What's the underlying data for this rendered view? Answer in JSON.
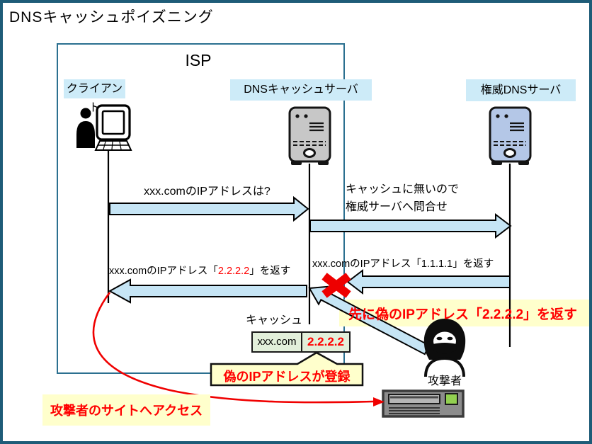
{
  "title": "DNSキャッシュポイズニング",
  "isp_label": "ISP",
  "actors": {
    "client": "クライアント",
    "cache_server": "DNSキャッシュサーバ",
    "auth_server": "権威DNSサーバ"
  },
  "messages": {
    "query": "xxx.comのIPアドレスは?",
    "forward_line1": "キャッシュに無いので",
    "forward_line2": "権威サーバへ問合せ",
    "auth_reply": "xxx.comのIPアドレス「1.1.1.1」を返す",
    "fake_reply_prefix": "xxx.comのIPアドレス「",
    "fake_reply_ip": "2.2.2.2",
    "fake_reply_suffix": "」を返す",
    "attacker_banner": "先に偽のIPアドレス「2.2.2.2」を返す"
  },
  "cache": {
    "label": "キャッシュ",
    "entry_domain": "xxx.com",
    "entry_ip": "2.2.2.2",
    "callout": "偽のIPアドレスが登録"
  },
  "attacker": {
    "label": "攻撃者",
    "access_note": "攻撃者のサイトへアクセス"
  },
  "colors": {
    "frame_border": "#1E5C78",
    "isp_border": "#2B7090",
    "actor_label_bg": "#CDEBF8",
    "arrow_fill": "#C6E5F5",
    "highlight_bg": "#FFFFCC",
    "cache_cell_bg": "#E2EFDA",
    "alert_red": "#FF0000",
    "attacker_server_button": "#92D050"
  }
}
